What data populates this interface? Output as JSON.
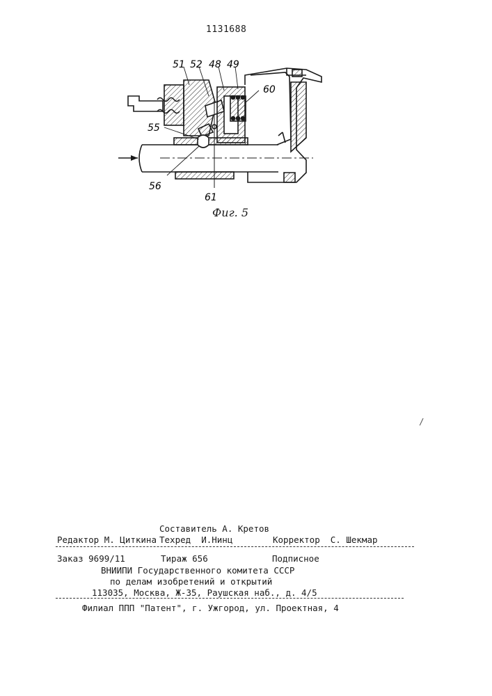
{
  "patent_number": "1131688",
  "figure": {
    "caption": "Фиг. 5",
    "labels": [
      "51",
      "52",
      "48",
      "49",
      "60",
      "55",
      "56",
      "61"
    ]
  },
  "credits": {
    "compiler": "Составитель А. Кретов",
    "editor": "Редактор М. Циткина",
    "techred": "Техред  И.Нинц",
    "corrector": "Корректор  С. Шекмар"
  },
  "order_block": {
    "order": "Заказ 9699/11",
    "circulation": "Тираж 656",
    "subscription": "Подписное",
    "org_line1": "ВНИИПИ Государственного комитета СССР",
    "org_line2": "по делам изобретений и открытий",
    "address": "113035, Москва, Ж-35, Раушская наб., д. 4/5"
  },
  "branch": "Филиал ППП \"Патент\", г. Ужгород, ул. Проектная, 4"
}
